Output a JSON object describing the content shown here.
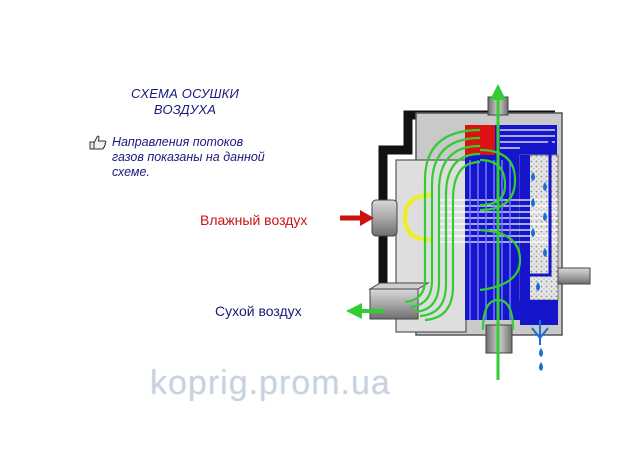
{
  "title": {
    "line1": "СХЕМА ОСУШКИ",
    "line2": "ВОЗДУХА"
  },
  "note": {
    "line1": "Направления потоков",
    "line2": "газов показаны на данной",
    "line3": "схеме.",
    "icon": "pointing-hand-icon"
  },
  "labels": {
    "wet_air": "Влажный воздух",
    "dry_air": "Сухой воздух"
  },
  "watermark": "koprig.prom.ua",
  "colors": {
    "wet_air": "#cc1111",
    "dry_air": "#33cc33",
    "cold_flow": "#1515cc",
    "heat_zone": "#dd1111",
    "condensate": "#1a6fd6",
    "text": "#1a1a7a"
  }
}
